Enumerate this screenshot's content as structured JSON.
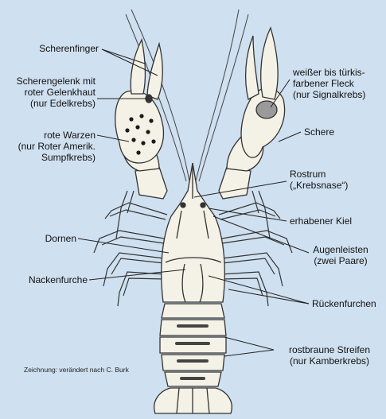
{
  "colors": {
    "background": "#cfe0f0",
    "body_fill": "#f4f1e6",
    "outline": "#333333",
    "leader": "#222222",
    "warts": "#1a1a1a",
    "patch": "#9a9a9a"
  },
  "labels": {
    "scherenfinger": [
      "Scherenfinger"
    ],
    "scherengelenk": [
      "Scherengelenk mit",
      "roter Gelenkhaut",
      "(nur Edelkrebs)"
    ],
    "warzen": [
      "rote Warzen",
      "(nur Roter Amerik.",
      "Sumpfkrebs)"
    ],
    "dornen": [
      "Dornen"
    ],
    "nackenfurche": [
      "Nackenfurche"
    ],
    "fleck": [
      "weißer bis türkis-",
      "farbener Fleck",
      "(nur Signalkrebs)"
    ],
    "schere": [
      "Schere"
    ],
    "rostrum": [
      "Rostrum",
      "(„Krebsnase“)"
    ],
    "kiel": [
      "erhabener Kiel"
    ],
    "augenleisten": [
      "Augenleisten",
      "(zwei Paare)"
    ],
    "rueckenfurchen": [
      "Rückenfurchen"
    ],
    "streifen": [
      "rostbraune Streifen",
      "(nur Kamberkrebs)"
    ]
  },
  "credit": "Zeichnung: verändert nach C. Burk"
}
